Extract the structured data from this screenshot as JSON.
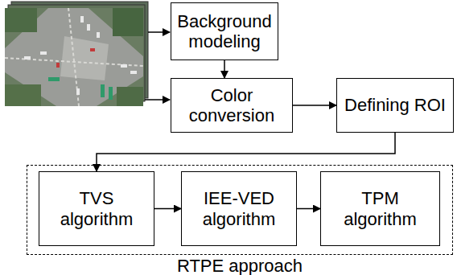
{
  "diagram": {
    "nodes": [
      {
        "text": [
          "Background modeling"
        ]
      },
      {
        "text": [
          "Color conversion"
        ]
      },
      {
        "text": [
          "Defining ROI"
        ]
      },
      {
        "text": [
          "RTPE approach"
        ]
      },
      {
        "text": [
          "TVS algorithm"
        ],
        "in": 3
      },
      {
        "text": [
          "IEE-VED algorithm"
        ],
        "in": 3
      },
      {
        "text": [
          "TPM algorithm"
        ],
        "in": 3
      }
    ],
    "edges": [
      {
        "from": 0,
        "to": 1,
        "arrow": "to"
      },
      {
        "from": 1,
        "to": 2,
        "arrow": "to"
      },
      {
        "from": 2,
        "to": 4,
        "arrow": "to"
      },
      {
        "from": 4,
        "to": 5,
        "arrow": "to"
      },
      {
        "from": 5,
        "to": 6,
        "arrow": "to"
      }
    ]
  }
}
